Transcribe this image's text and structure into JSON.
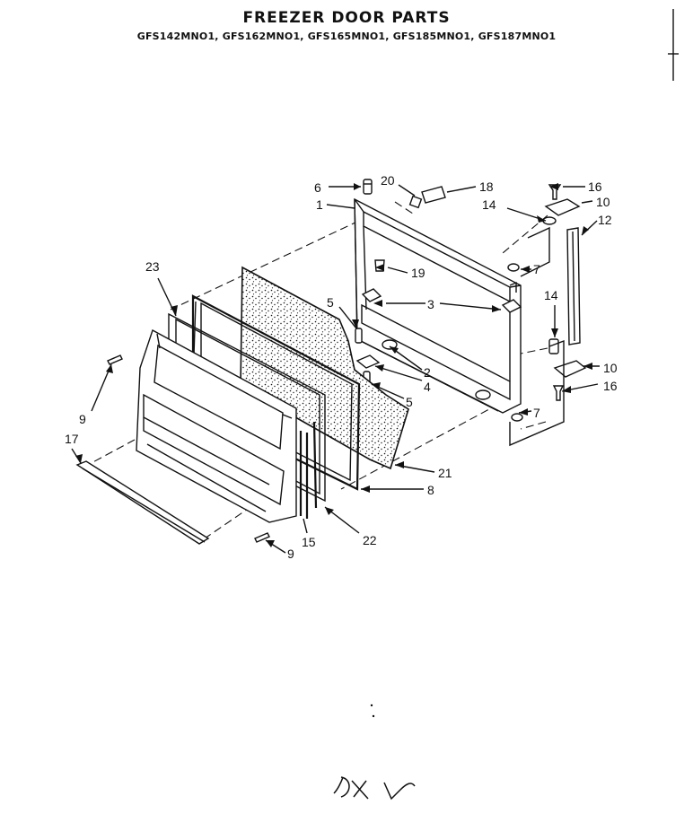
{
  "header": {
    "title": "FREEZER DOOR PARTS",
    "models": "GFS142MNO1, GFS162MNO1, GFS165MNO1, GFS185MNO1, GFS187MNO1"
  },
  "callouts": {
    "c1": "1",
    "c2": "2",
    "c3": "3",
    "c4": "4",
    "c5a": "5",
    "c5b": "5",
    "c6": "6",
    "c7a": "7",
    "c7b": "7",
    "c8": "8",
    "c9a": "9",
    "c9b": "9",
    "c10a": "10",
    "c10b": "10",
    "c12": "12",
    "c14a": "14",
    "c14b": "14",
    "c15": "15",
    "c16a": "16",
    "c16b": "16",
    "c17": "17",
    "c18": "18",
    "c19": "19",
    "c20": "20",
    "c21": "21",
    "c22": "22",
    "c23": "23"
  }
}
